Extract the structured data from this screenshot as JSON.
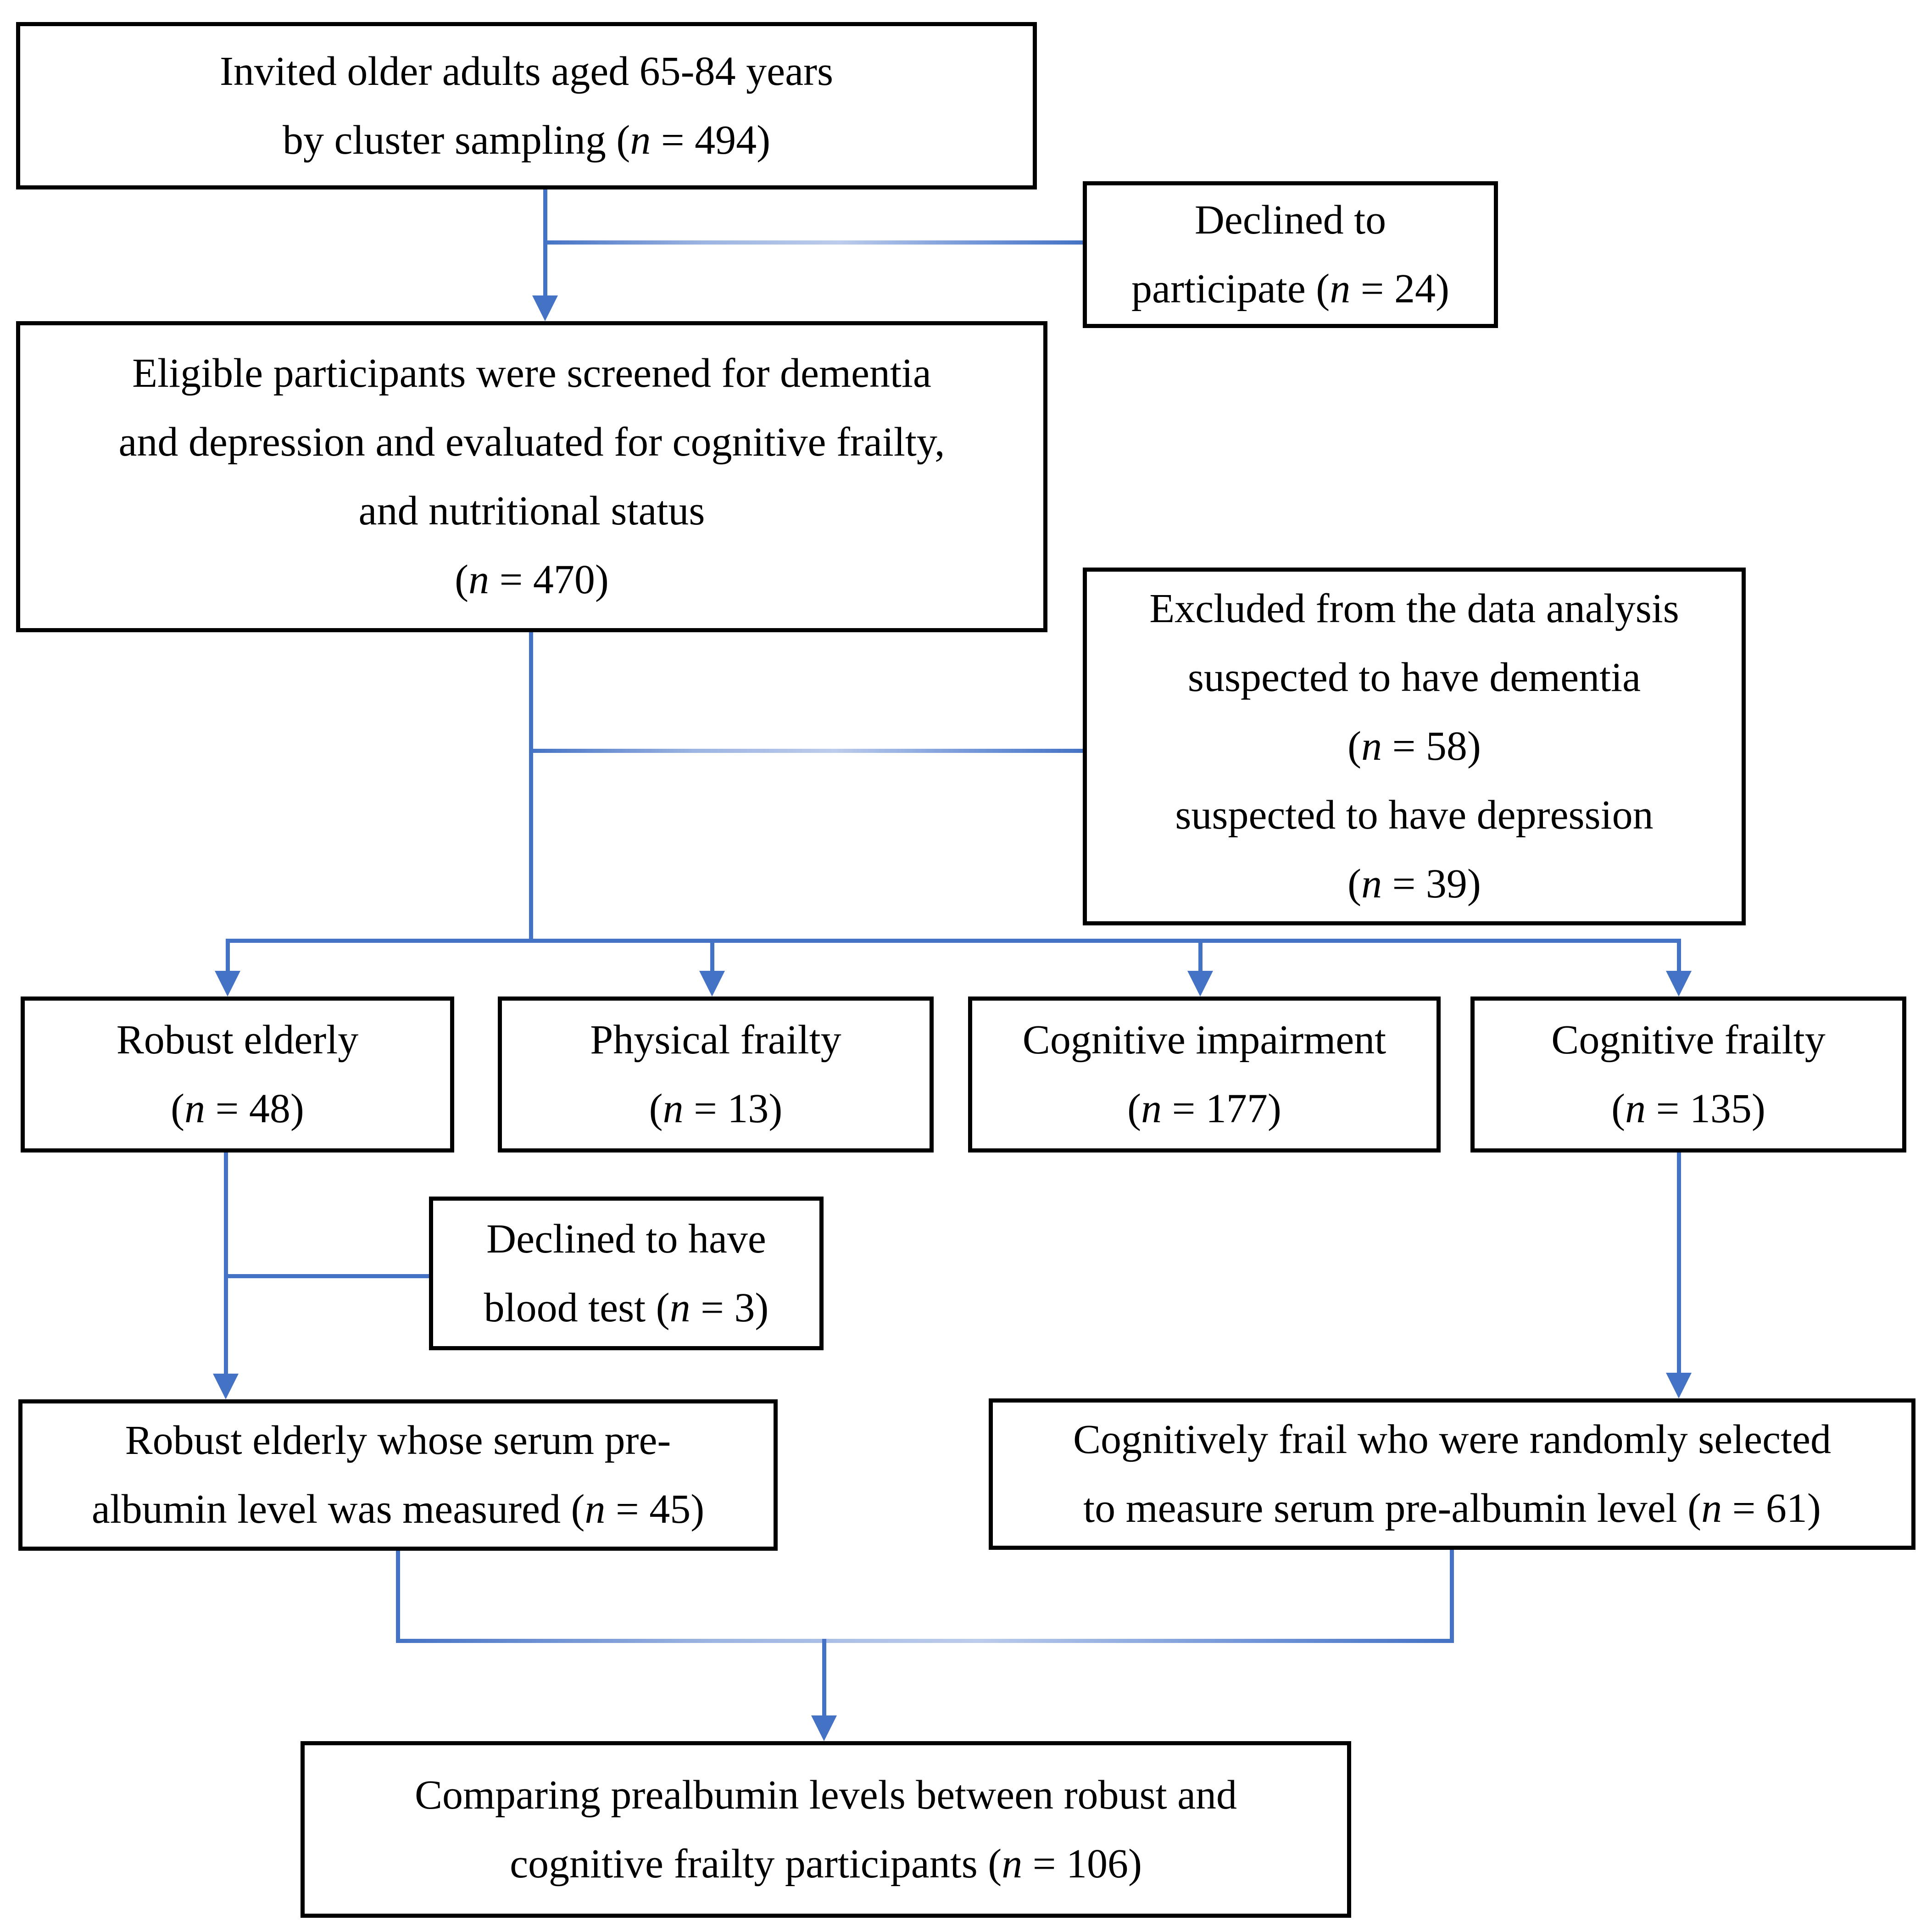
{
  "figure": {
    "type": "flowchart",
    "description_visible": "Study participant flow diagram"
  },
  "colors": {
    "accent": "#4472C4",
    "border": "#000000",
    "background": "#FFFFFF",
    "text": "#000000"
  },
  "boxes": {
    "invited": {
      "lines": [
        "Invited older adults aged 65-84 years",
        "by cluster sampling (n = 494)"
      ]
    },
    "declined_participate": {
      "lines": [
        "Declined to",
        "participate (n = 24)"
      ]
    },
    "eligible": {
      "lines": [
        "Eligible participants were screened for dementia",
        "and depression and evaluated for cognitive frailty,",
        "and nutritional status",
        "(n = 470)"
      ]
    },
    "excluded": {
      "lines": [
        "Excluded from the data analysis",
        "suspected to have dementia",
        "(n = 58)",
        "suspected to have depression",
        "(n = 39)"
      ]
    },
    "robust": {
      "lines": [
        "Robust elderly",
        "(n = 48)"
      ]
    },
    "physical_frailty": {
      "lines": [
        "Physical frailty",
        "(n = 13)"
      ]
    },
    "cognitive_impairment": {
      "lines": [
        "Cognitive impairment",
        "(n = 177)"
      ]
    },
    "cognitive_frailty": {
      "lines": [
        "Cognitive frailty",
        "(n = 135)"
      ]
    },
    "declined_blood": {
      "lines": [
        "Declined to have",
        "blood test (n = 3)"
      ]
    },
    "robust_serum": {
      "lines": [
        "Robust elderly whose serum pre-",
        "albumin level was measured (n = 45)"
      ]
    },
    "cognitive_serum": {
      "lines": [
        "Cognitively frail who were randomly selected",
        "to measure serum pre-albumin level (n = 61)"
      ]
    },
    "comparison": {
      "lines": [
        "Comparing prealbumin levels between robust and",
        "cognitive frailty participants (n = 106)"
      ]
    }
  },
  "edges": [
    {
      "from": "invited",
      "to": "eligible"
    },
    {
      "from": "invited",
      "to": "declined_participate",
      "type": "side-branch"
    },
    {
      "from": "eligible",
      "to": "excluded",
      "type": "side-branch"
    },
    {
      "from": "eligible",
      "to": "robust"
    },
    {
      "from": "eligible",
      "to": "physical_frailty"
    },
    {
      "from": "eligible",
      "to": "cognitive_impairment"
    },
    {
      "from": "eligible",
      "to": "cognitive_frailty"
    },
    {
      "from": "robust",
      "to": "declined_blood",
      "type": "side-branch"
    },
    {
      "from": "robust",
      "to": "robust_serum"
    },
    {
      "from": "cognitive_frailty",
      "to": "cognitive_serum"
    },
    {
      "from": "robust_serum",
      "to": "comparison"
    },
    {
      "from": "cognitive_serum",
      "to": "comparison"
    }
  ]
}
